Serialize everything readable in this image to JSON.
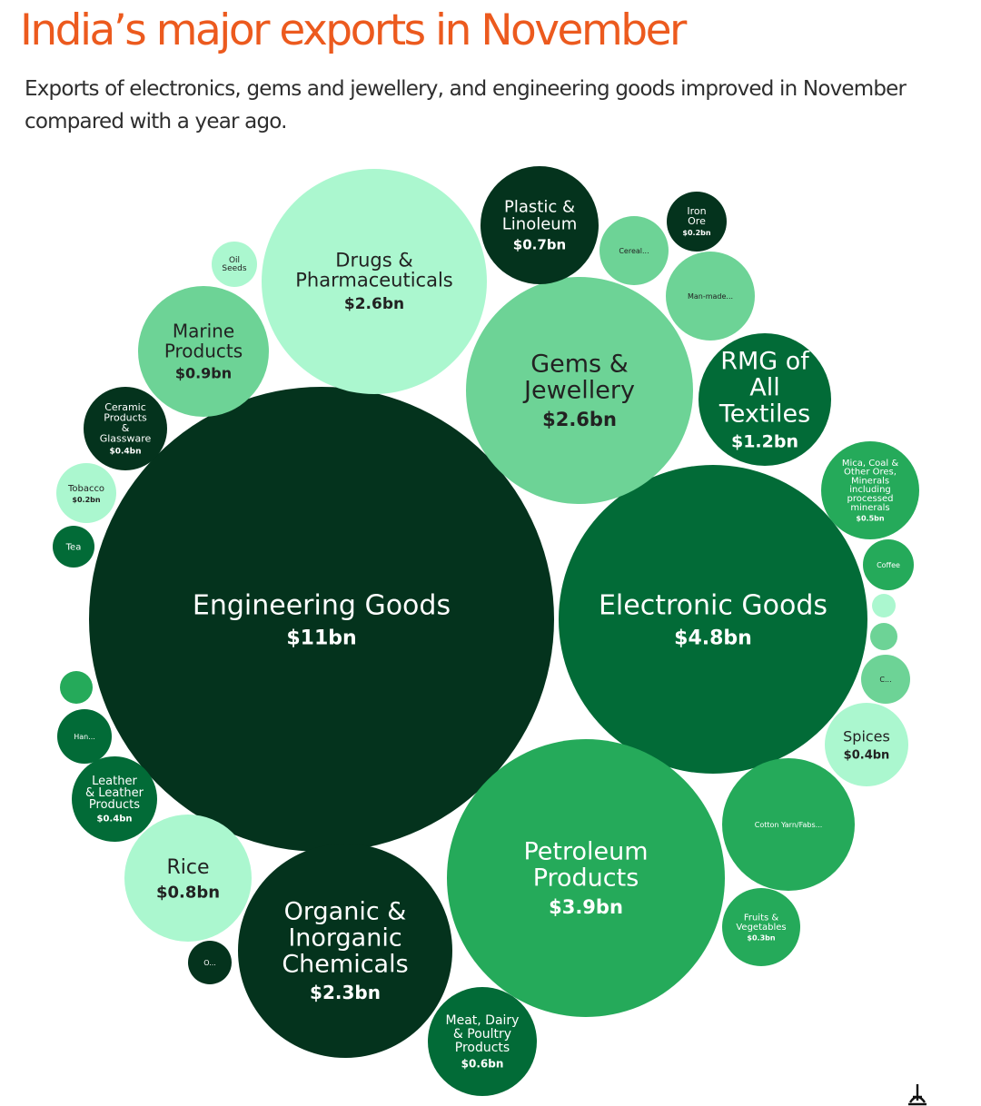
{
  "title": "India’s major exports in November",
  "subtitle": "Exports of electronics, gems and jewellery, and engineering goods improved in November compared with a year ago.",
  "colors": {
    "title": "#ec5a1e",
    "darkest": "#04331d",
    "dark": "#026b37",
    "medium": "#25aa5a",
    "light": "#6dd396",
    "pale": "#abf7cf",
    "text_on_dark": "#ffffff",
    "text_on_light": "#222222"
  },
  "chart_data": {
    "type": "bubble",
    "unit": "$bn",
    "items": [
      {
        "name": "Engineering Goods",
        "value_label": "$11bn",
        "value": 11,
        "shade": "darkest"
      },
      {
        "name": "Electronic Goods",
        "value_label": "$4.8bn",
        "value": 4.8,
        "shade": "dark"
      },
      {
        "name": "Petroleum Products",
        "value_label": "$3.9bn",
        "value": 3.9,
        "shade": "medium"
      },
      {
        "name": "Drugs & Pharmaceuticals",
        "value_label": "$2.6bn",
        "value": 2.6,
        "shade": "pale"
      },
      {
        "name": "Gems & Jewellery",
        "value_label": "$2.6bn",
        "value": 2.6,
        "shade": "light"
      },
      {
        "name": "Organic & Inorganic Chemicals",
        "value_label": "$2.3bn",
        "value": 2.3,
        "shade": "darkest"
      },
      {
        "name": "RMG of All Textiles",
        "value_label": "$1.2bn",
        "value": 1.2,
        "shade": "dark"
      },
      {
        "name": "Marine Products",
        "value_label": "$0.9bn",
        "value": 0.9,
        "shade": "light"
      },
      {
        "name": "Rice",
        "value_label": "$0.8bn",
        "value": 0.8,
        "shade": "pale"
      },
      {
        "name": "Plastic & Linoleum",
        "value_label": "$0.7bn",
        "value": 0.7,
        "shade": "darkest"
      },
      {
        "name": "Meat, Dairy & Poultry Products",
        "value_label": "$0.6bn",
        "value": 0.6,
        "shade": "dark"
      },
      {
        "name": "Cotton Yarn/Fabs...",
        "value_label": "",
        "value": 0.6,
        "shade": "medium"
      },
      {
        "name": "Mica, Coal & Other Ores, Minerals including processed minerals",
        "value_label": "$0.5bn",
        "value": 0.5,
        "shade": "medium"
      },
      {
        "name": "Man-made...",
        "value_label": "",
        "value": 0.4,
        "shade": "light"
      },
      {
        "name": "Leather & Leather Products",
        "value_label": "$0.4bn",
        "value": 0.4,
        "shade": "dark"
      },
      {
        "name": "Ceramic Products & Glassware",
        "value_label": "$0.4bn",
        "value": 0.4,
        "shade": "darkest"
      },
      {
        "name": "Spices",
        "value_label": "$0.4bn",
        "value": 0.4,
        "shade": "pale"
      },
      {
        "name": "Fruits & Vegetables",
        "value_label": "$0.3bn",
        "value": 0.3,
        "shade": "medium"
      },
      {
        "name": "Cereal...",
        "value_label": "",
        "value": 0.3,
        "shade": "light"
      },
      {
        "name": "Iron Ore",
        "value_label": "$0.2bn",
        "value": 0.2,
        "shade": "darkest"
      },
      {
        "name": "Tobacco",
        "value_label": "$0.2bn",
        "value": 0.2,
        "shade": "pale"
      },
      {
        "name": "Han...",
        "value_label": "",
        "value": 0.2,
        "shade": "dark"
      },
      {
        "name": "Coffee",
        "value_label": "",
        "value": 0.2,
        "shade": "medium"
      },
      {
        "name": "Tea",
        "value_label": "",
        "value": 0.1,
        "shade": "dark"
      },
      {
        "name": "C...",
        "value_label": "",
        "value": 0.1,
        "shade": "light"
      },
      {
        "name": "O...",
        "value_label": "",
        "value": 0.1,
        "shade": "darkest"
      },
      {
        "name": "Oil Seeds",
        "value_label": "",
        "value": 0.1,
        "shade": "pale"
      },
      {
        "name": "",
        "value_label": "",
        "value": 0.1,
        "shade": "medium"
      },
      {
        "name": "",
        "value_label": "",
        "value": 0.1,
        "shade": "light"
      },
      {
        "name": "",
        "value_label": "",
        "value": 0.05,
        "shade": "pale"
      }
    ]
  }
}
